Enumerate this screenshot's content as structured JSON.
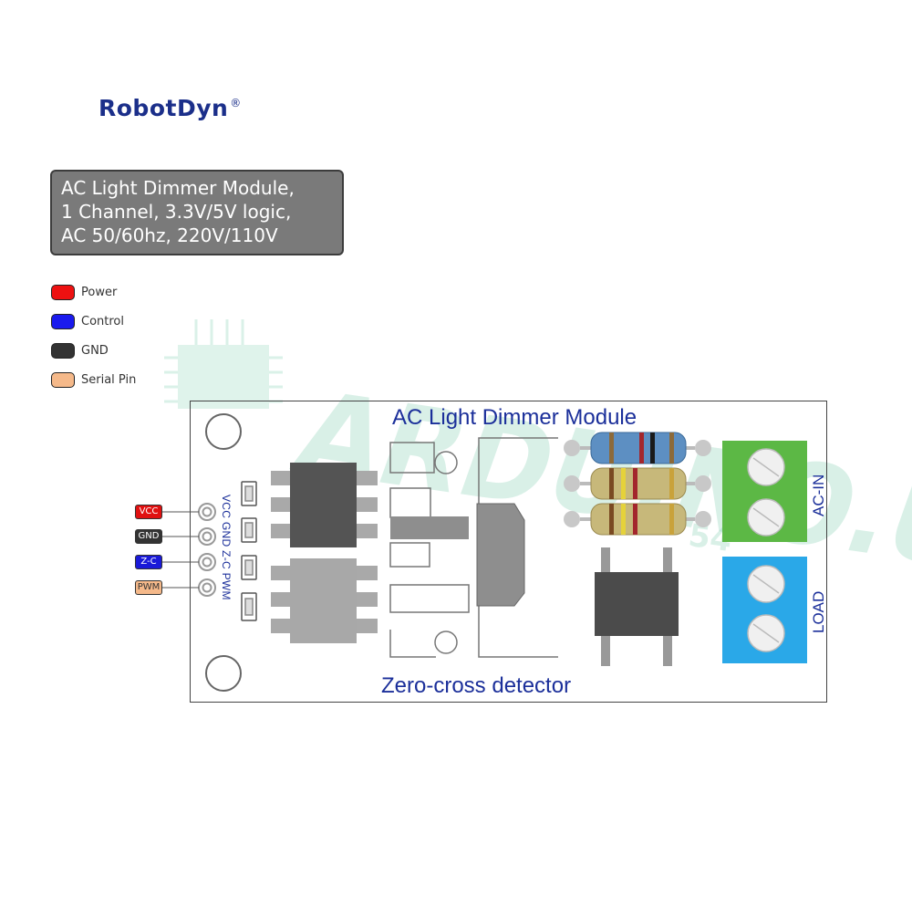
{
  "brand": {
    "name": "RobotDyn",
    "mark": "®",
    "color": "#1b2f8a"
  },
  "title_box": {
    "lines": [
      "AC Light Dimmer Module,",
      "1 Channel, 3.3V/5V logic,",
      "AC 50/60hz, 220V/110V"
    ]
  },
  "legend": [
    {
      "label": "Power",
      "color": "#ee1111"
    },
    {
      "label": "Control",
      "color": "#1a1aee"
    },
    {
      "label": "GND",
      "color": "#333333"
    },
    {
      "label": "Serial Pin",
      "color": "#f5b98a"
    }
  ],
  "pins": [
    {
      "label": "VCC",
      "color": "#e01010"
    },
    {
      "label": "GND",
      "color": "#333333"
    },
    {
      "label": "Z-C",
      "color": "#1a1ad8"
    },
    {
      "label": "PWM",
      "color": "#f5b98a"
    }
  ],
  "board": {
    "title": "AC Light Dimmer Module",
    "subtitle": "Zero-cross detector",
    "pin_silkscreen": "VCC GND Z-C PWM",
    "terminal_ac_in": {
      "label": "AC-IN",
      "color": "#5cb845"
    },
    "terminal_load": {
      "label": "LOAD",
      "color": "#2aa8e8"
    }
  },
  "watermark": {
    "text": "ARDUINO.UA",
    "suffix": "54"
  }
}
